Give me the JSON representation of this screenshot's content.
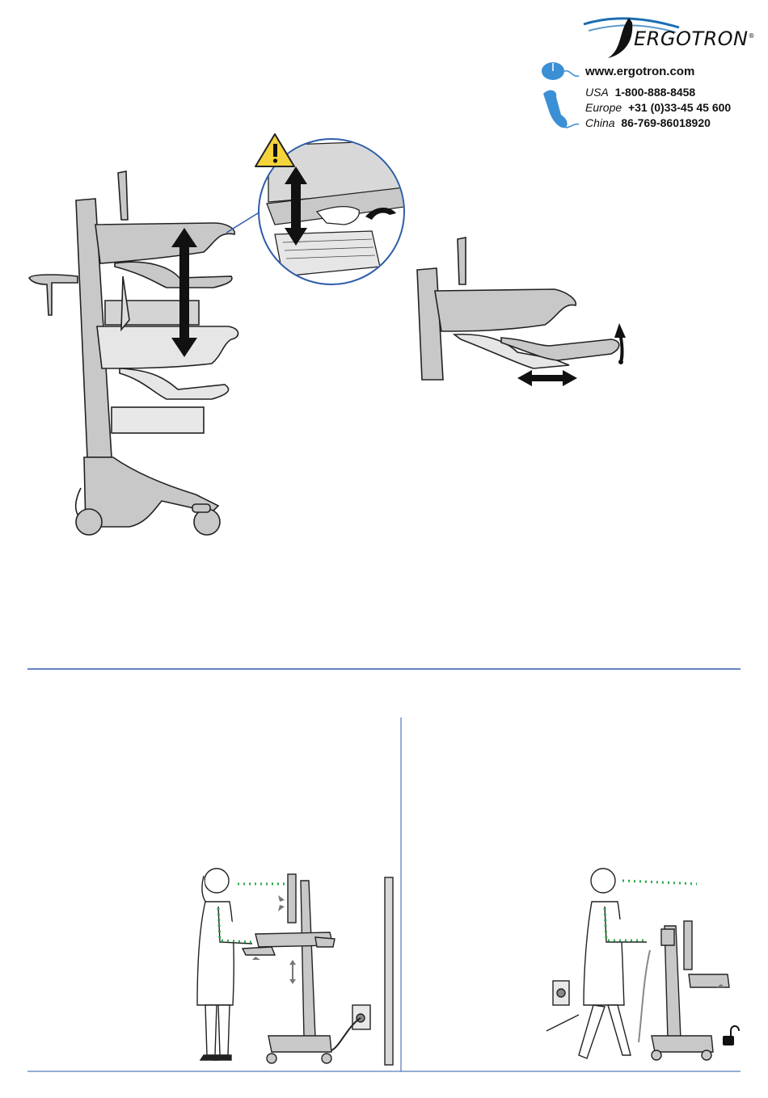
{
  "brand": {
    "logo_text": "ERGOTRON",
    "registered": "®",
    "brand_color": "#1b6db3"
  },
  "contact": {
    "website": "www.ergotron.com",
    "phones": [
      {
        "region": "USA",
        "number": "1-800-888-8458"
      },
      {
        "region": "Europe",
        "number": "+31 (0)33-45 45 600"
      },
      {
        "region": "China",
        "number": "86-769-86018920"
      }
    ],
    "icons": [
      "mouse-icon",
      "phone-icon"
    ]
  },
  "illustrations": {
    "warning_icon": "warning-triangle-icon",
    "fill_color": "#c8c8c8",
    "divider_color": "#2e5da8",
    "sightline_color": "#2aa84a"
  }
}
